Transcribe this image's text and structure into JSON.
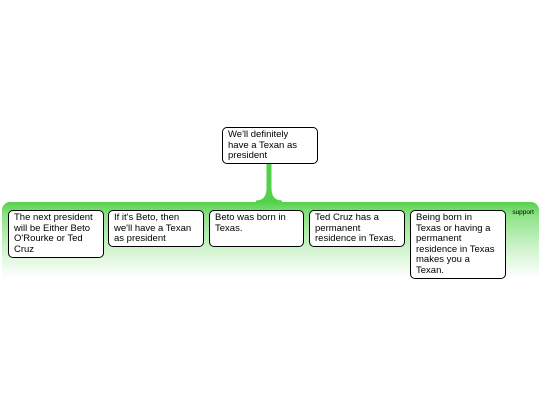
{
  "conclusion": {
    "text": "We'll definitely\nhave a Texan as\npresident"
  },
  "group": {
    "label": "support",
    "color": "#54d14c"
  },
  "premises": [
    {
      "text": "The next president\nwill be Either Beto\nO'Rourke or Ted\nCruz"
    },
    {
      "text": "If it's Beto, then\nwe'll have a Texan\nas president"
    },
    {
      "text": "Beto was born in\nTexas."
    },
    {
      "text": "Ted Cruz has a\npermanent\nresidence in Texas."
    },
    {
      "text": "Being born in\nTexas or having a\npermanent\nresidence in Texas\nmakes you a\nTexan."
    }
  ]
}
